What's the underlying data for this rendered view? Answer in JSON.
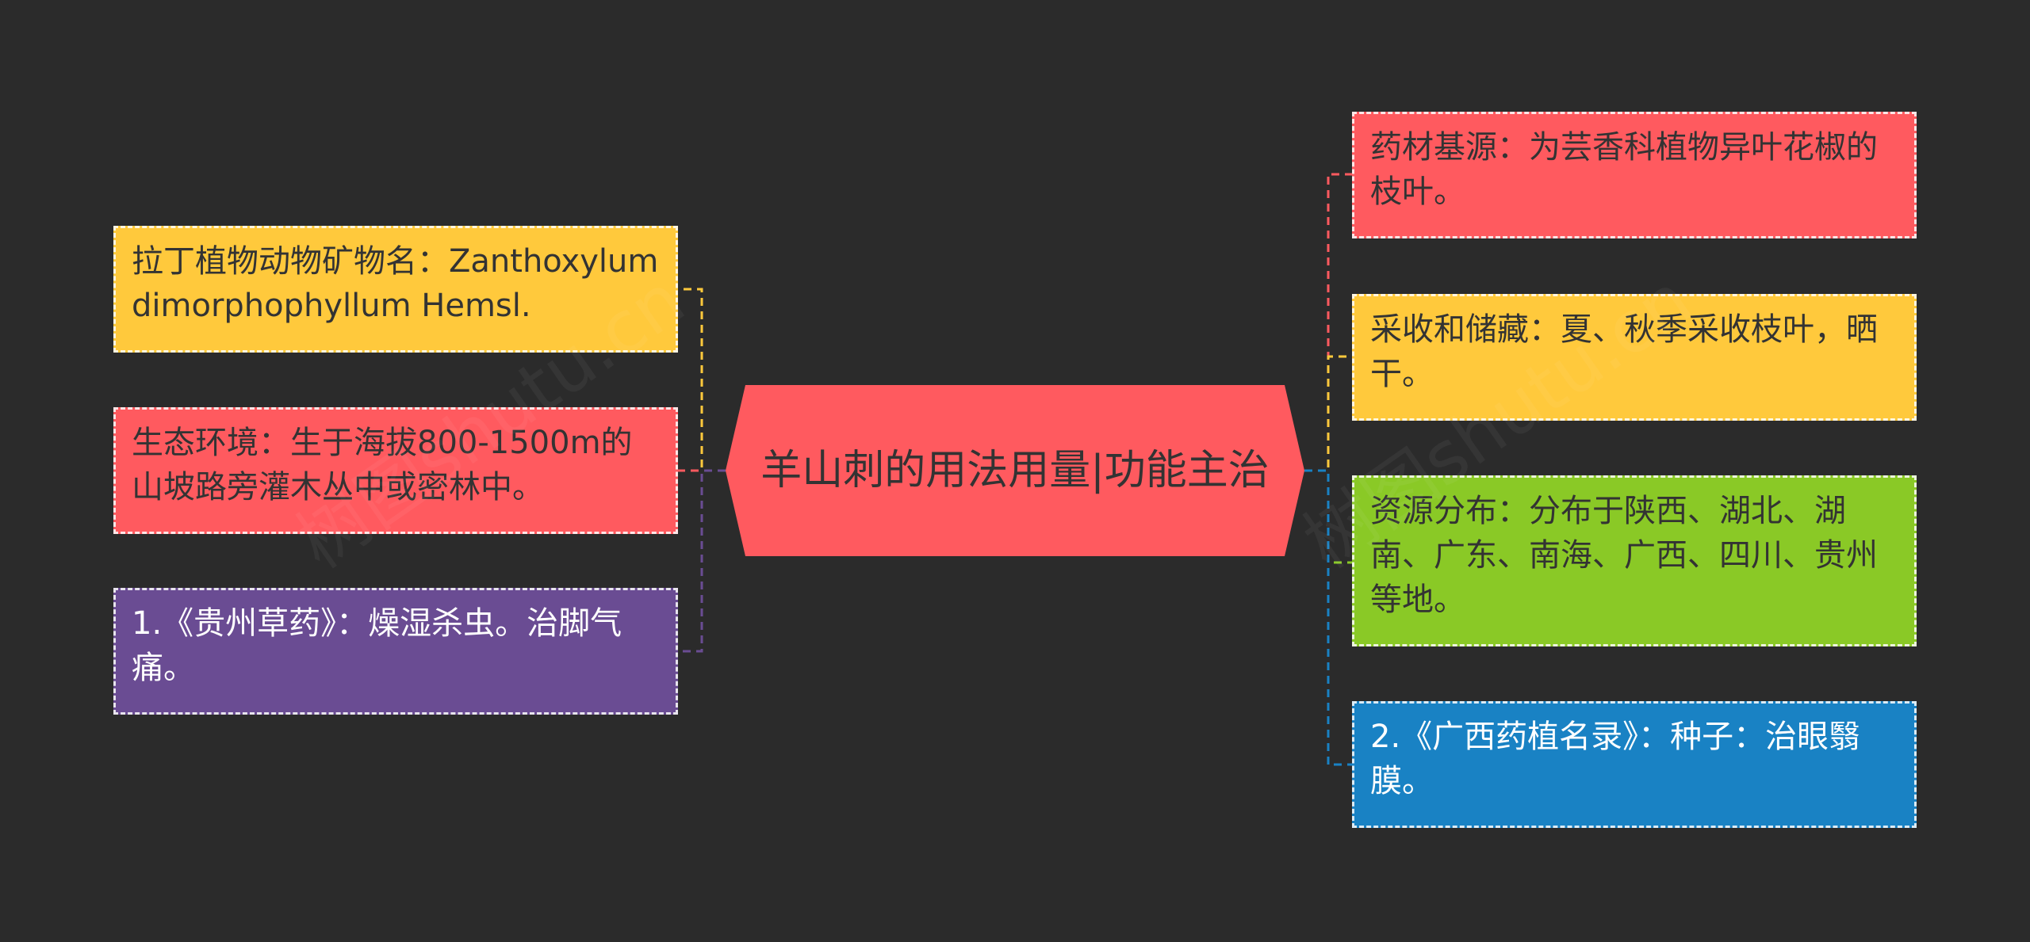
{
  "center": {
    "title": "羊山刺的用法用量|功能主治",
    "color": "#ff5a5f"
  },
  "left_nodes": [
    {
      "text": "拉丁植物动物矿物名：Zanthoxylum dimorphophyllum Hemsl.",
      "color": "#ffc93c"
    },
    {
      "text": "生态环境：生于海拔800-1500m的山坡路旁灌木丛中或密林中。",
      "color": "#ff5a5f"
    },
    {
      "text": "1.《贵州草药》：燥湿杀虫。治脚气痛。",
      "color": "#6a4c93"
    }
  ],
  "right_nodes": [
    {
      "text": "药材基源：为芸香科植物异叶花椒的枝叶。",
      "color": "#ff5a5f"
    },
    {
      "text": "采收和储藏：夏、秋季采收枝叶，晒干。",
      "color": "#ffc93c"
    },
    {
      "text": "资源分布：分布于陕西、湖北、湖南、广东、南海、广西、四川、贵州等地。",
      "color": "#8ac926"
    },
    {
      "text": "2.《广西药植名录》：种子：治眼翳膜。",
      "color": "#1982c4"
    }
  ],
  "watermark": "树图shutu.cn"
}
